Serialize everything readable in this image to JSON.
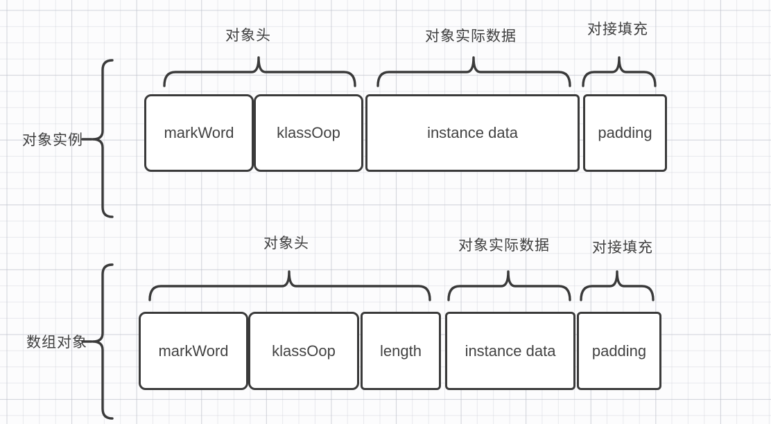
{
  "rows": [
    {
      "side_label": "对象实例",
      "groups": [
        "对象头",
        "对象实际数据",
        "对接填充"
      ],
      "cells": [
        "markWord",
        "klassOop",
        "instance data",
        "padding"
      ]
    },
    {
      "side_label": "数组对象",
      "groups": [
        "对象头",
        "对象实际数据",
        "对接填充"
      ],
      "cells": [
        "markWord",
        "klassOop",
        "length",
        "instance data",
        "padding"
      ]
    }
  ],
  "colors": {
    "stroke": "#3a3a3a",
    "cell_background": "#ffffff",
    "label_text": "#3e3e3e",
    "grid_line": "#dcdee6",
    "canvas_background": "#fcfcfd"
  }
}
